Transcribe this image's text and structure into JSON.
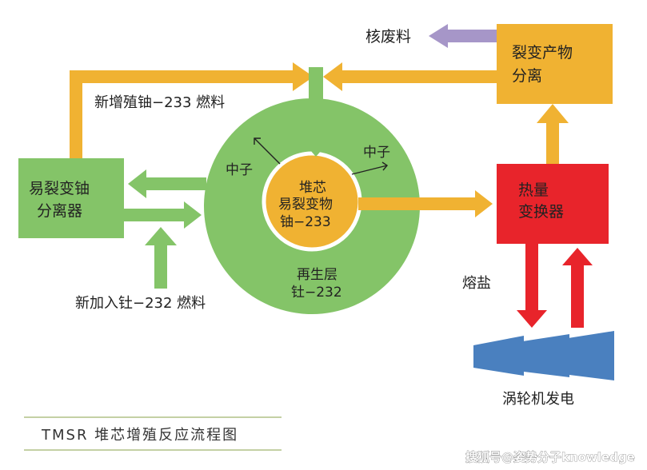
{
  "labels": {
    "nuclear_waste": "核废料",
    "fission_separation": [
      "裂变产物",
      "分离"
    ],
    "bred_u233_fuel": "新增殖铀−233 燃料",
    "u_separator": [
      "易裂变铀",
      "分离器"
    ],
    "new_th232_fuel": "新加入钍−232 燃料",
    "neutron_left": "中子",
    "neutron_right": "中子",
    "core": [
      "堆芯",
      "易裂变物",
      "铀−233"
    ],
    "blanket": [
      "再生层",
      "钍−232"
    ],
    "heat_exchanger": [
      "热量",
      "变换器"
    ],
    "molten_salt": "熔盐",
    "turbine": "涡轮机发电"
  },
  "caption": "TMSR 堆芯增殖反应流程图",
  "watermark": "搜狐号@姿势分子knowledge",
  "colors": {
    "green": "#84c468",
    "orange": "#f0b232",
    "red": "#e8242b",
    "purple": "#a696c8",
    "blue": "#4a80bf",
    "line": "#8aa24a"
  }
}
